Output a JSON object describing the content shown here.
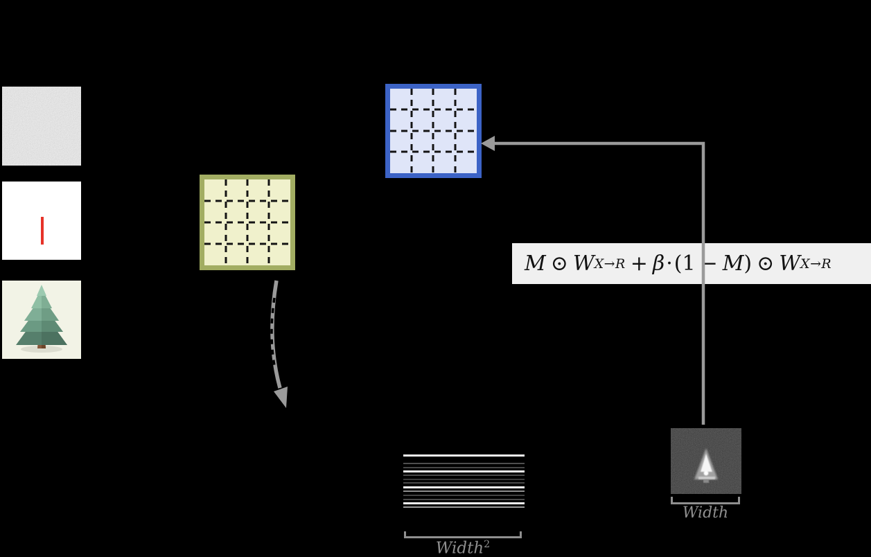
{
  "figure": {
    "background_color": "#000000",
    "inputs": {
      "noise_image": "gaussian-noise-sample",
      "line_image": {
        "content": "red-vertical-stroke",
        "line_color": "#e63329",
        "background": "#ffffff"
      },
      "tree_image": {
        "content": "pine-tree-illustration",
        "background": "#f2f3e6"
      }
    },
    "grids": {
      "input_grid": {
        "border_color": "#a2ad62",
        "fill_color": "#f0f1cc",
        "rows": 4,
        "cols": 4,
        "line_style": "dashed-black"
      },
      "output_grid": {
        "border_color": "#3c63c6",
        "fill_color": "#dfe5f8",
        "rows": 4,
        "cols": 4,
        "line_style": "dashed-black"
      }
    },
    "formula": {
      "box_background": "#f0f0f0",
      "text_color": "#111111",
      "plain_text": "M ⊙ W_{X→R} + β·(1 − M) ⊙ W_{X→R}",
      "t_m": "M",
      "t_odot": "⊙",
      "t_w": "W",
      "t_sub": "X→R",
      "t_plus": "+",
      "t_beta": "β",
      "t_cdot": "·",
      "t_open": "(",
      "t_one": "1",
      "t_minus": "−",
      "t_m2": "M",
      "t_close": ")",
      "t_odot2": "⊙",
      "t_w2": "W",
      "t_sub2": "X→R"
    },
    "arrows": {
      "color": "#9a9a9a",
      "style": "solid-with-dashed-black-overlay"
    },
    "spectrum_image": {
      "content": "dark-spectrum-with-bright-triangle"
    },
    "labels": {
      "width": "Width",
      "width_sq_base": "Width",
      "width_sq_exp": "2",
      "color": "#8f8f8f"
    },
    "stripes": {
      "description": "flattened-weight-row-pattern",
      "lines": [
        {
          "y": 0,
          "h": 3,
          "color": "#f4f4f4"
        },
        {
          "y": 12,
          "h": 2,
          "color": "#4e4e4e"
        },
        {
          "y": 17.5,
          "h": 2,
          "color": "#454545"
        },
        {
          "y": 23,
          "h": 3,
          "color": "#f4f4f4"
        },
        {
          "y": 29,
          "h": 2,
          "color": "#4a4a4a"
        },
        {
          "y": 34.5,
          "h": 2,
          "color": "#3c3c3c"
        },
        {
          "y": 40,
          "h": 2,
          "color": "#4a4a4a"
        },
        {
          "y": 46,
          "h": 3,
          "color": "#f4f4f4"
        },
        {
          "y": 52,
          "h": 2,
          "color": "#8f8f8f"
        },
        {
          "y": 57.5,
          "h": 2,
          "color": "#424242"
        },
        {
          "y": 63.5,
          "h": 2,
          "color": "#4a4a4a"
        },
        {
          "y": 69,
          "h": 3,
          "color": "#f4f4f4"
        },
        {
          "y": 74.5,
          "h": 2,
          "color": "#9a9a9a"
        }
      ]
    }
  }
}
